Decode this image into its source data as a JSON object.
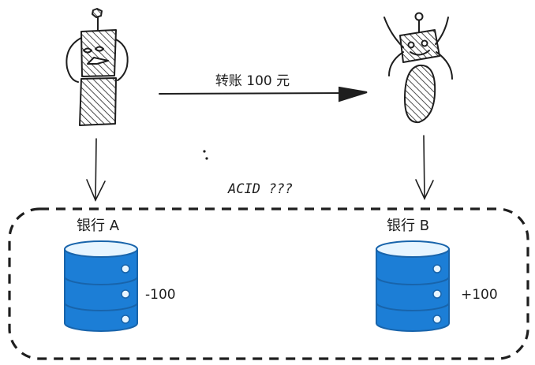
{
  "transfer_label": "转账 100 元",
  "acid_label": "ACID ???",
  "bank_a": {
    "name": "银行 A",
    "delta": "-100"
  },
  "bank_b": {
    "name": "银行 B",
    "delta": "+100"
  },
  "colors": {
    "db_fill": "#1c7ed6",
    "db_top": "#e7f5ff",
    "db_stroke": "#1864ab",
    "ink": "#1e1e1e"
  }
}
